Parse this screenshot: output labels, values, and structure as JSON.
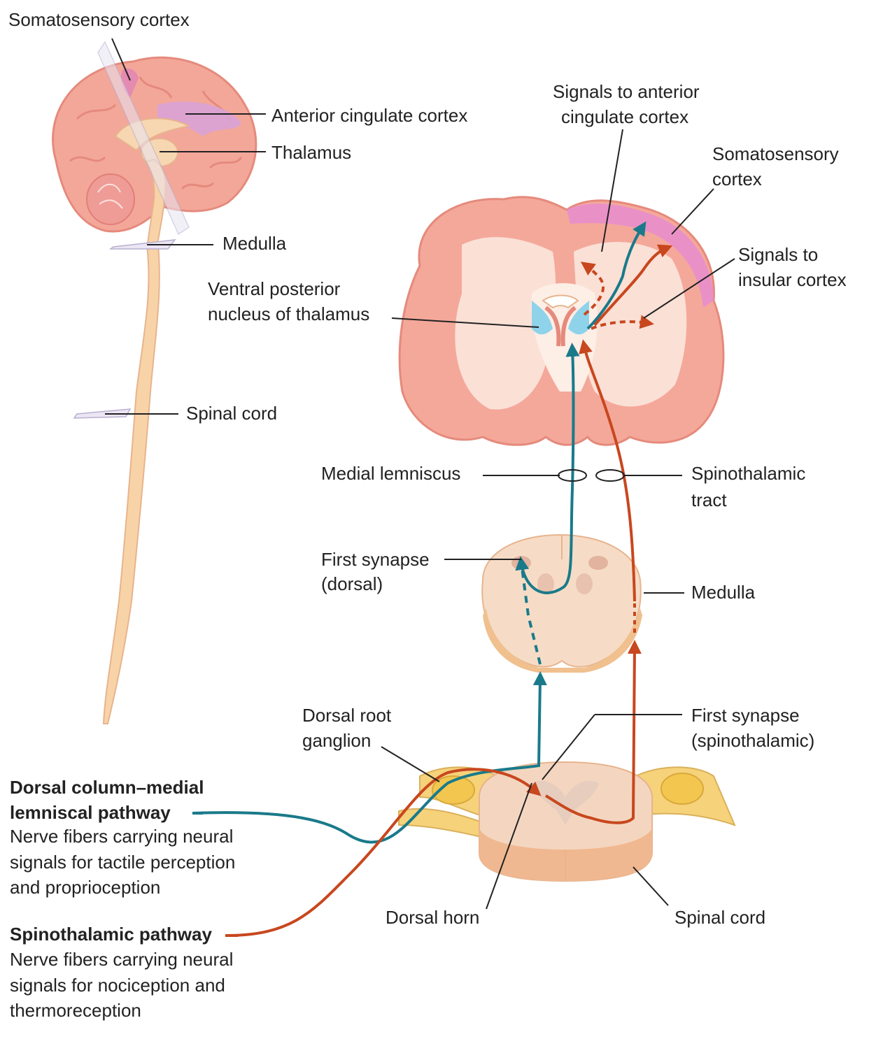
{
  "labels": {
    "somatosensory_cortex_left": "Somatosensory cortex",
    "anterior_cingulate_cortex": "Anterior cingulate cortex",
    "thalamus": "Thalamus",
    "medulla_left": "Medulla",
    "spinal_cord_left": "Spinal cord",
    "signals_to_anterior_line1": "Signals to anterior",
    "signals_to_anterior_line2": "cingulate cortex",
    "somatosensory_cortex_right_line1": "Somatosensory",
    "somatosensory_cortex_right_line2": "cortex",
    "signals_to_insular_line1": "Signals to",
    "signals_to_insular_line2": "insular cortex",
    "vpn_line1": "Ventral posterior",
    "vpn_line2": "nucleus of thalamus",
    "medial_lemniscus": "Medial lemniscus",
    "spinothalamic_tract_line1": "Spinothalamic",
    "spinothalamic_tract_line2": "tract",
    "first_synapse_dorsal_line1": "First synapse",
    "first_synapse_dorsal_line2": "(dorsal)",
    "medulla_right": "Medulla",
    "dorsal_root_ganglion_line1": "Dorsal root",
    "dorsal_root_ganglion_line2": "ganglion",
    "first_synapse_spino_line1": "First synapse",
    "first_synapse_spino_line2": "(spinothalamic)",
    "dorsal_horn": "Dorsal horn",
    "spinal_cord_right": "Spinal cord"
  },
  "legend": {
    "dorsal": {
      "title_line1": "Dorsal column–medial",
      "title_line2": "lemniscal pathway",
      "desc_line1": "Nerve fibers carrying neural",
      "desc_line2": "signals for tactile perception",
      "desc_line3": "and proprioception",
      "color": "#1a7a8a"
    },
    "spinothalamic": {
      "title": "Spinothalamic pathway",
      "desc_line1": "Nerve fibers carrying neural",
      "desc_line2": "signals for nociception and",
      "desc_line3": "thermoreception",
      "color": "#c8471e"
    }
  }
}
